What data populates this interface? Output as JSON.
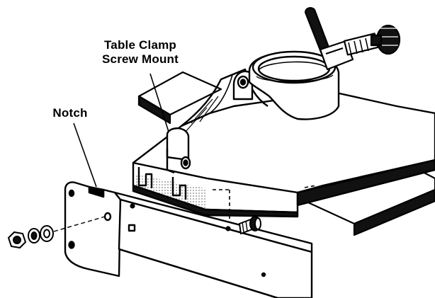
{
  "labels": {
    "clamp_line1": "Table Clamp",
    "clamp_line2": "Screw Mount",
    "notch": "Notch"
  },
  "colors": {
    "ink": "#000000",
    "paper": "#ffffff",
    "shade": "#1a1a1a"
  }
}
